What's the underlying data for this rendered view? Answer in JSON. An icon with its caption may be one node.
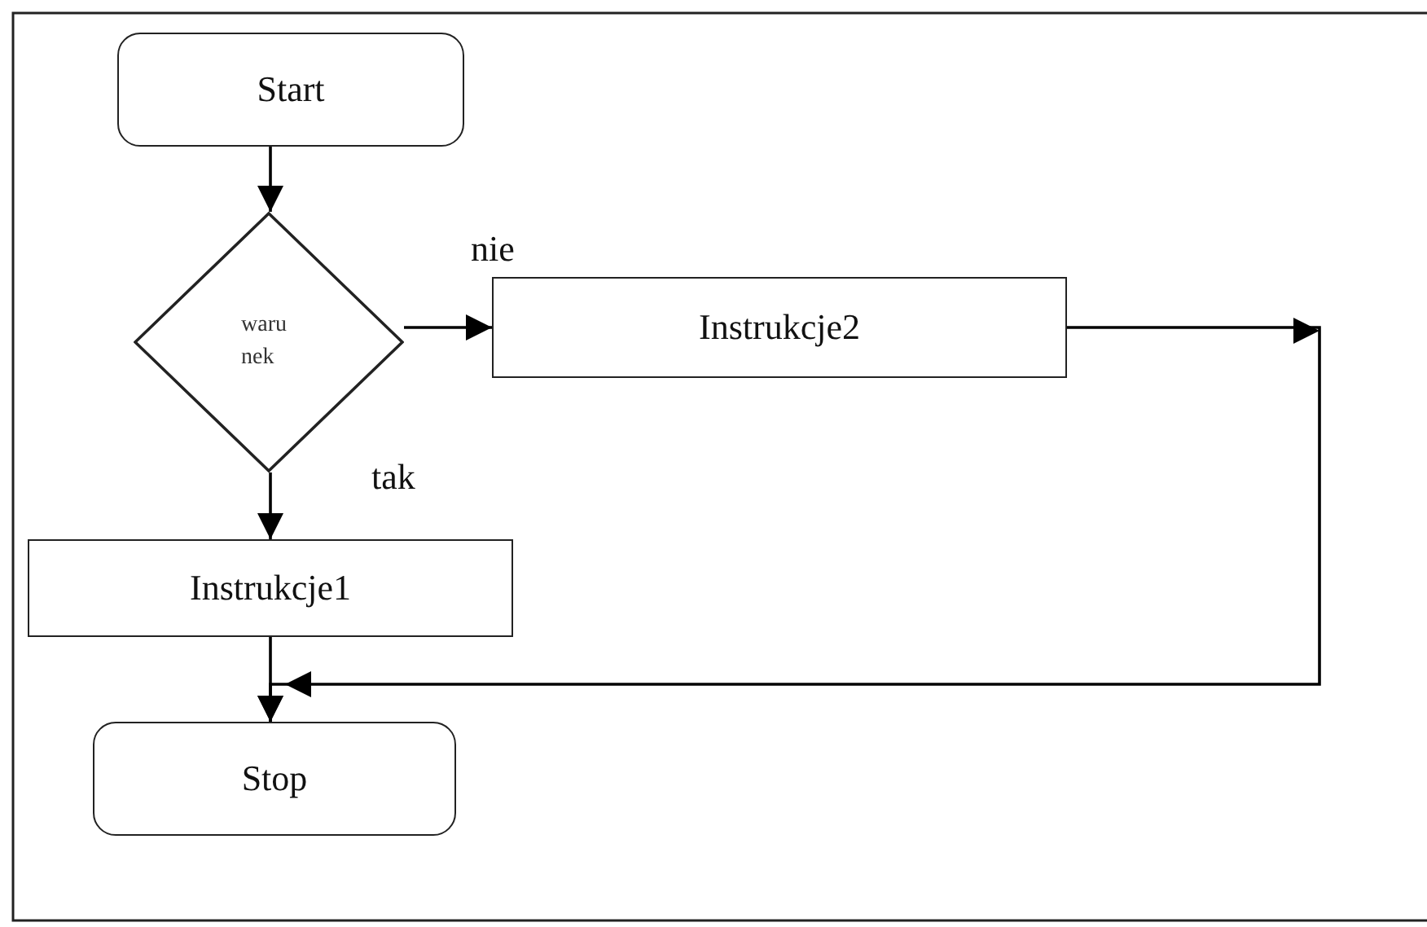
{
  "diagram": {
    "nodes": [
      {
        "text": [
          "Start"
        ]
      },
      {
        "text": [
          "waru nek"
        ]
      },
      {
        "text": [
          "Instrukcje2"
        ]
      },
      {
        "text": [
          "Instrukcje1"
        ]
      },
      {
        "text": [
          "Stop"
        ]
      }
    ],
    "edges": [
      {
        "from": 0,
        "to": 1,
        "arrow": "to"
      },
      {
        "from": 1,
        "to": 2,
        "arrow": "to",
        "label": "nie"
      },
      {
        "from": 1,
        "to": 3,
        "arrow": "to",
        "label": "tak"
      },
      {
        "from": 3,
        "to": 4,
        "arrow": "to"
      },
      {
        "from": 2,
        "to": 4,
        "arrow": "to"
      }
    ]
  }
}
